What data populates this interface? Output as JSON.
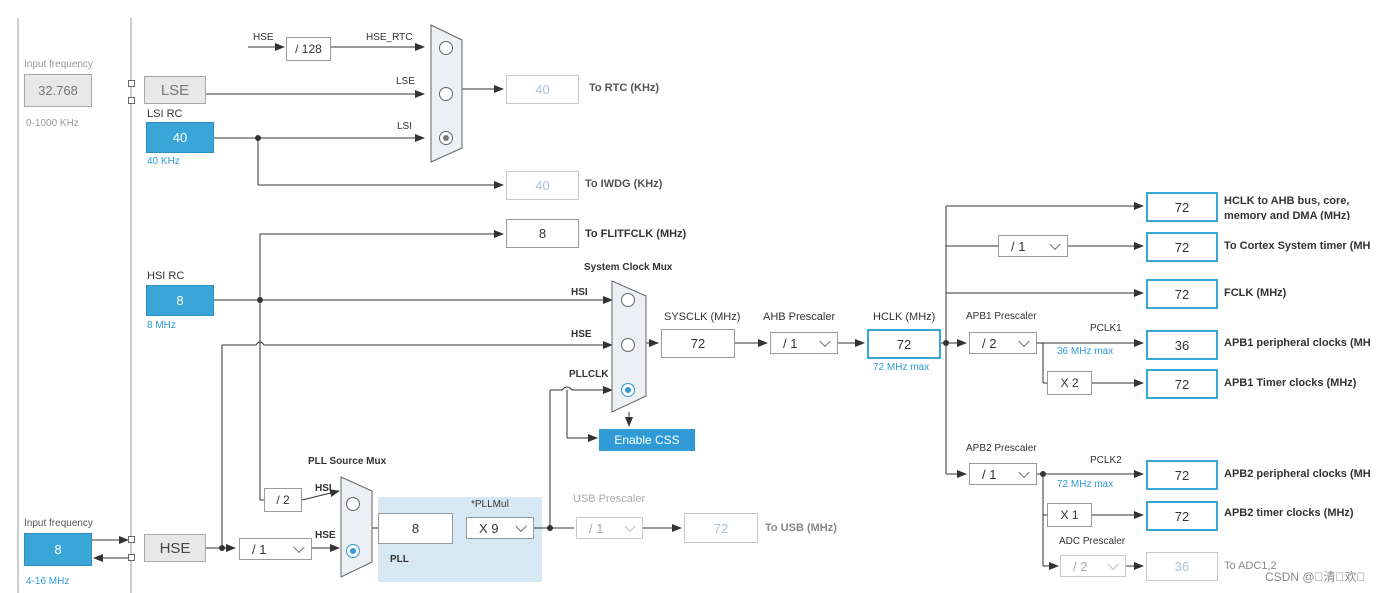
{
  "top_hint": "",
  "left_panel": {
    "lse_input_label": "Input frequency",
    "lse_input_value": "32.768",
    "lse_range": "0-1000 KHz",
    "hse_input_label": "Input frequency",
    "hse_input_value": "8",
    "hse_range": "4-16 MHz"
  },
  "sources": {
    "lse": "LSE",
    "hse": "HSE",
    "lsi_label": "LSI RC",
    "lsi_value": "40",
    "lsi_freq": "40 KHz",
    "hsi_label": "HSI RC",
    "hsi_value": "8",
    "hsi_freq": "8 MHz"
  },
  "rtc": {
    "hse_label": "HSE",
    "div128": "/ 128",
    "hse_rtc": "HSE_RTC",
    "lse": "LSE",
    "lsi": "LSI",
    "rtc_value": "40",
    "rtc_label": "To RTC (KHz)",
    "iwdg_value": "40",
    "iwdg_label": "To IWDG (KHz)"
  },
  "flit": {
    "value": "8",
    "label": "To FLITFCLK (MHz)"
  },
  "sysclk_mux": {
    "title": "System Clock Mux",
    "hsi": "HSI",
    "hse": "HSE",
    "pllclk": "PLLCLK",
    "enable_css": "Enable CSS"
  },
  "sysclk": {
    "label": "SYSCLK (MHz)",
    "value": "72"
  },
  "ahb": {
    "label": "AHB Prescaler",
    "value": "/ 1"
  },
  "hclk": {
    "label": "HCLK (MHz)",
    "value": "72",
    "max": "72 MHz max"
  },
  "apb1": {
    "label": "APB1 Prescaler",
    "value": "/ 2",
    "pclk": "PCLK1",
    "max": "36 MHz max",
    "timer_mult": "X 2"
  },
  "apb2": {
    "label": "APB2 Prescaler",
    "value": "/ 1",
    "pclk": "PCLK2",
    "max": "72 MHz max",
    "timer_mult": "X 1"
  },
  "adc": {
    "label": "ADC Prescaler",
    "value": "/ 2",
    "out": "36",
    "out_label": "To ADC1,2"
  },
  "cortex_div": "/ 1",
  "outputs": {
    "hclk_ahb": {
      "value": "72",
      "label": "HCLK to AHB bus, core,",
      "label2": "memory and DMA (MHz)"
    },
    "cortex": {
      "value": "72",
      "label": "To Cortex System timer (MH"
    },
    "fclk": {
      "value": "72",
      "label": "FCLK (MHz)"
    },
    "apb1_periph": {
      "value": "36",
      "label": "APB1 peripheral clocks (MH"
    },
    "apb1_timer": {
      "value": "72",
      "label": "APB1 Timer clocks (MHz)"
    },
    "apb2_periph": {
      "value": "72",
      "label": "APB2 peripheral clocks (MH"
    },
    "apb2_timer": {
      "value": "72",
      "label": "APB2 timer clocks (MHz)"
    }
  },
  "pll": {
    "source_mux": "PLL Source Mux",
    "hsi": "HSI",
    "hse": "HSE",
    "hsi_div": "/ 2",
    "hse_div": "/ 1",
    "value": "8",
    "label": "PLL",
    "mul_label": "*PLLMul",
    "mul_value": "X 9"
  },
  "usb": {
    "label": "USB Prescaler",
    "div": "/ 1",
    "value": "72",
    "out_label": "To USB (MHz)"
  },
  "watermark": "CSDN @\u0000清\u0000欢\u0000",
  "colors": {
    "accent": "#3aa6d8",
    "line": "#333333",
    "pll_bg": "#d7e8f5"
  }
}
